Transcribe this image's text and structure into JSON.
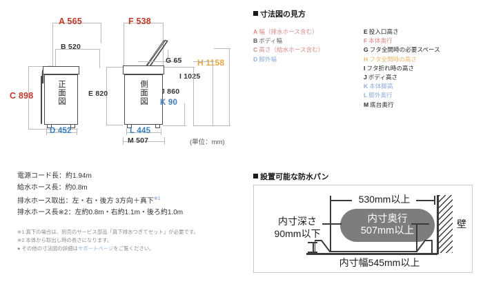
{
  "units_note": "(単位：mm)",
  "front_view": {
    "label": "正面図",
    "dims": [
      {
        "code": "A",
        "value": "565",
        "text": "A 565",
        "color": "#c0392b"
      },
      {
        "code": "B",
        "value": "520",
        "text": "B 520",
        "color": "#333333"
      },
      {
        "code": "C",
        "value": "898",
        "text": "C 898",
        "color": "#c0392b"
      },
      {
        "code": "D",
        "value": "452",
        "text": "D 452",
        "color": "#3a7ebf"
      }
    ]
  },
  "side_view": {
    "label": "側面図",
    "dims": [
      {
        "code": "F",
        "value": "538",
        "text": "F 538",
        "color": "#c0392b"
      },
      {
        "code": "G",
        "value": "65",
        "text": "G 65",
        "color": "#333333"
      },
      {
        "code": "H",
        "value": "1158",
        "text": "H 1158",
        "color": "#e8a33d"
      },
      {
        "code": "I",
        "value": "1025",
        "text": "I 1025",
        "color": "#333333"
      },
      {
        "code": "J",
        "value": "860",
        "text": "J 860",
        "color": "#333333"
      },
      {
        "code": "E",
        "value": "820",
        "text": "E 820",
        "color": "#333333"
      },
      {
        "code": "K",
        "value": "90",
        "text": "K 90",
        "color": "#3a7ebf"
      },
      {
        "code": "L",
        "value": "445",
        "text": "L 445",
        "color": "#3a7ebf"
      },
      {
        "code": "M",
        "value": "507",
        "text": "M 507",
        "color": "#333333"
      }
    ]
  },
  "legend": {
    "title": "寸法図の見方",
    "col1": [
      {
        "code": "A",
        "label": "幅（排水ホース含む）",
        "color": "#d98b8b"
      },
      {
        "code": "B",
        "label": "ボディ幅",
        "color": "#555555"
      },
      {
        "code": "C",
        "label": "高さ（給水ホース含む）",
        "color": "#d98b8b"
      },
      {
        "code": "D",
        "label": "脚外幅",
        "color": "#8fb0d8"
      }
    ],
    "col2": [
      {
        "code": "E",
        "label": "投入口高さ",
        "color": "#2b2b2b"
      },
      {
        "code": "F",
        "label": "本体奥行",
        "color": "#d98b8b"
      },
      {
        "code": "G",
        "label": "フタ全開時の必要スペース",
        "color": "#2b2b2b"
      },
      {
        "code": "H",
        "label": "フタ全開時の高さ",
        "color": "#e8b96a"
      },
      {
        "code": "I",
        "label": "フタ折れ時の高さ",
        "color": "#2b2b2b"
      },
      {
        "code": "J",
        "label": "ボディ高さ",
        "color": "#2b2b2b"
      },
      {
        "code": "K",
        "label": "本体脚高",
        "color": "#8fb0d8"
      },
      {
        "code": "L",
        "label": "脚外奥行",
        "color": "#8fb0d8"
      },
      {
        "code": "M",
        "label": "底台奥行",
        "color": "#2b2b2b"
      }
    ]
  },
  "specs": {
    "lines": [
      {
        "text": "電源コード長：約1.94m",
        "mark": ""
      },
      {
        "text": "給水ホース長：約0.8m",
        "mark": ""
      },
      {
        "text": "排水ホース取出：左・右・後方 3方向＋真下",
        "mark": "※1"
      },
      {
        "text": "排水ホース長※2：左約0.8m・右約1.1m・後ろ約1.0m",
        "mark": ""
      }
    ],
    "notes": [
      "※1 真下の場合は、別売のサービス部品「真下排水つぎてセット」が必要です。",
      "※2 本体から取出し時の長さになります。"
    ],
    "link_note_prefix": "● その他の寸法図の詳細は",
    "link_note_link": "サポートページ",
    "link_note_suffix": "をご覧ください。"
  },
  "pan": {
    "title": "設置可能な防水パン",
    "depth_label_line1": "内寸深さ",
    "depth_label_line2": "90mm以下",
    "top_label": "530mm以上",
    "pill_line1": "内寸奥行",
    "pill_line2": "507mm以上",
    "wall_label": "壁",
    "bottom_label": "内寸幅545mm以上"
  }
}
